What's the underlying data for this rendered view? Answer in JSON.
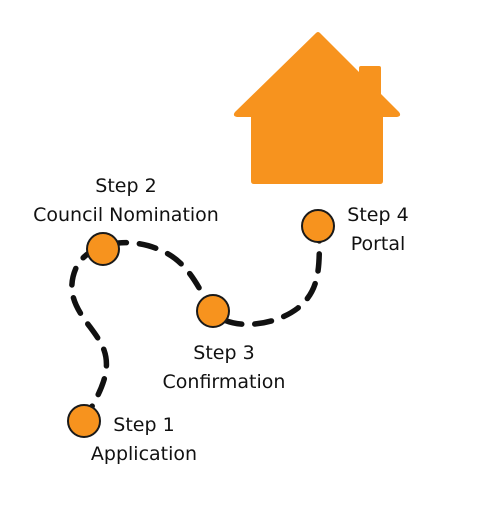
{
  "colors": {
    "accent": "#F7931E",
    "outline": "#1a1a1a",
    "path": "#111111",
    "background": "#ffffff"
  },
  "icons": {
    "destination": "house-icon"
  },
  "steps": [
    {
      "step": "Step 1",
      "name": "Application"
    },
    {
      "step": "Step 2",
      "name": "Council Nomination"
    },
    {
      "step": "Step 3",
      "name": "Confirmation"
    },
    {
      "step": "Step 4",
      "name": "Portal"
    }
  ]
}
